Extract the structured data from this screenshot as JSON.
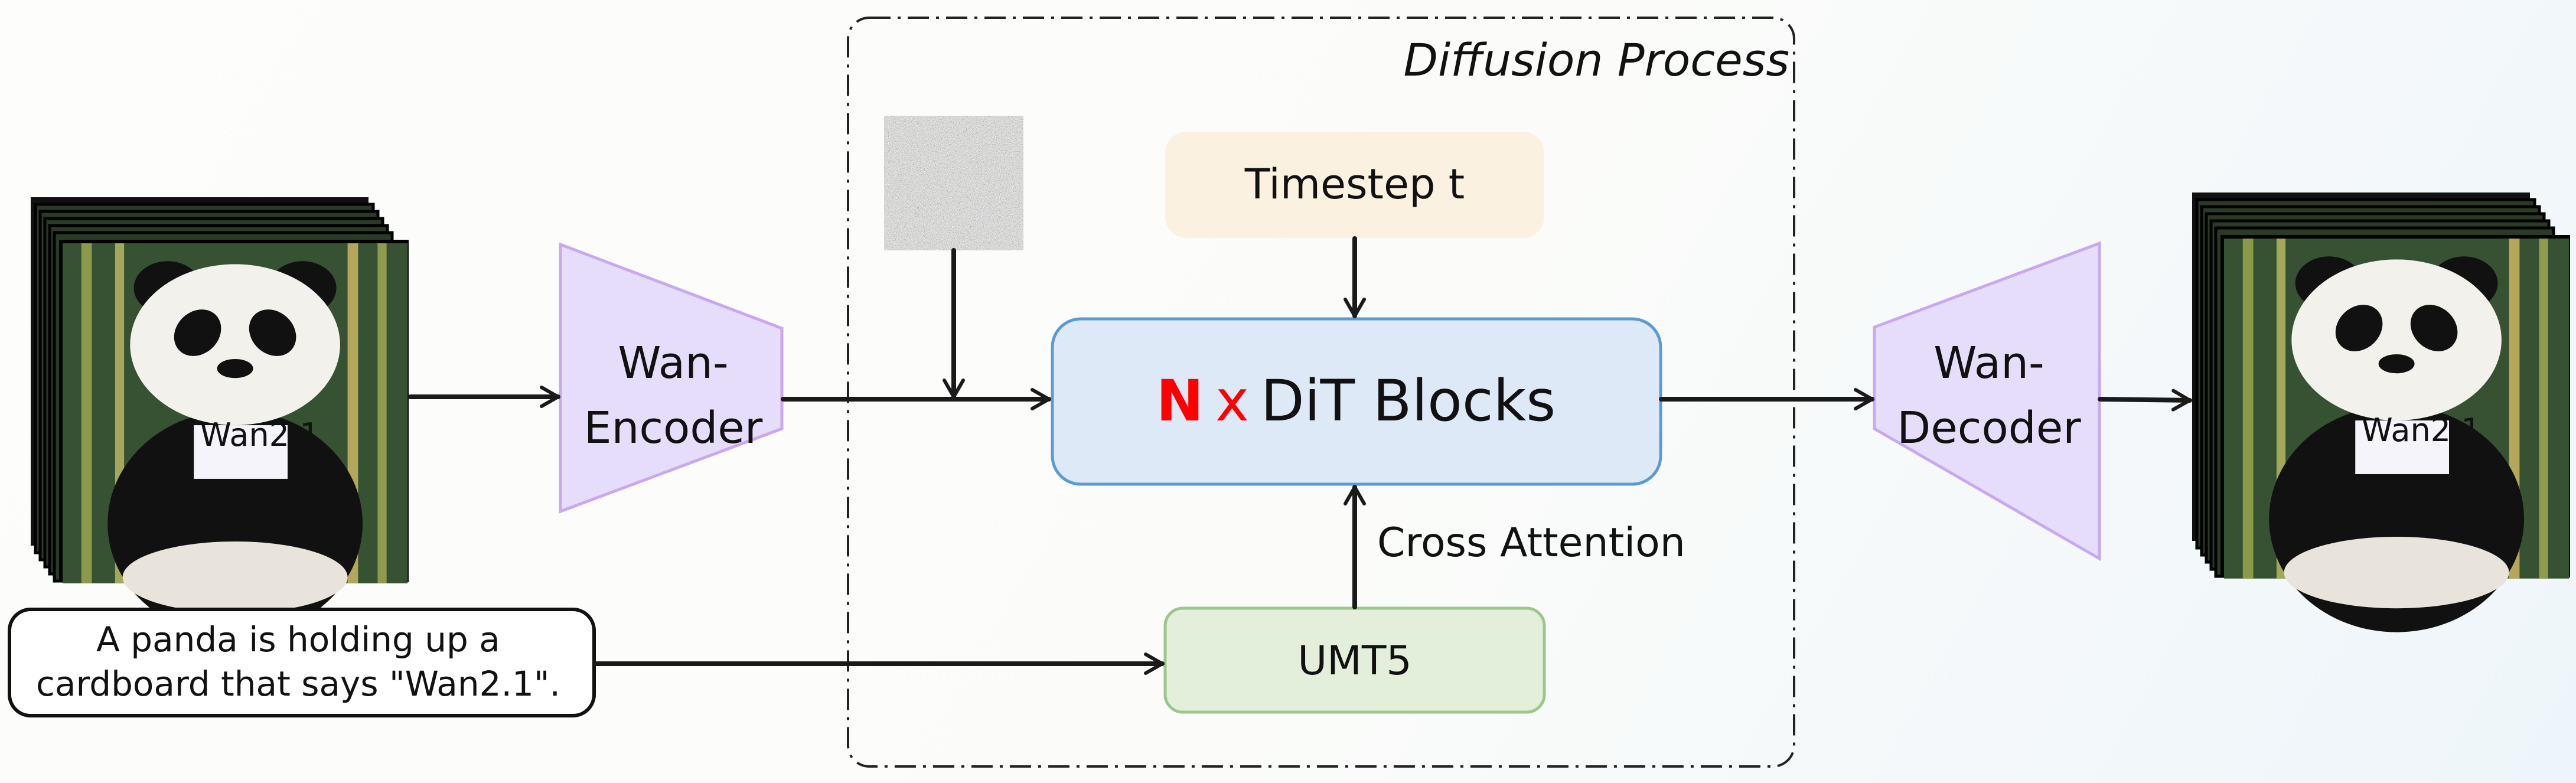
{
  "diagram": {
    "group_label": "Diffusion Process",
    "nodes": {
      "input_video": {
        "sign_text": "Wan2.1"
      },
      "noise": {
        "icon": "noise-image"
      },
      "encoder": {
        "line1": "Wan-",
        "line2": "Encoder"
      },
      "timestep": {
        "label": "Timestep t"
      },
      "dit": {
        "prefix_n": "N",
        "prefix_x": "x",
        "label": "DiT Blocks"
      },
      "umt5": {
        "label": "UMT5"
      },
      "decoder": {
        "line1": "Wan-",
        "line2": "Decoder"
      },
      "output_video": {
        "sign_text": "Wan2.1"
      },
      "prompt": {
        "line1": "A panda is holding up a",
        "line2": "cardboard that says \"Wan2.1\"."
      }
    },
    "edges": [
      {
        "from": "input_video",
        "to": "encoder"
      },
      {
        "from": "encoder",
        "to": "dit"
      },
      {
        "from": "noise",
        "to": "dit"
      },
      {
        "from": "timestep",
        "to": "dit"
      },
      {
        "from": "umt5",
        "to": "dit",
        "label": "Cross Attention"
      },
      {
        "from": "prompt",
        "to": "umt5"
      },
      {
        "from": "dit",
        "to": "decoder"
      },
      {
        "from": "decoder",
        "to": "output_video"
      }
    ],
    "colors": {
      "encoder_fill": "#E6DDFB",
      "encoder_stroke": "#C9A8F0",
      "timestep_fill": "#FAF1E0",
      "dit_fill": "#DEE9F8",
      "dit_stroke": "#5B9BD5",
      "umt5_fill": "#E3EFDA",
      "umt5_stroke": "#9DC78A",
      "n_color": "#FF0000"
    }
  }
}
